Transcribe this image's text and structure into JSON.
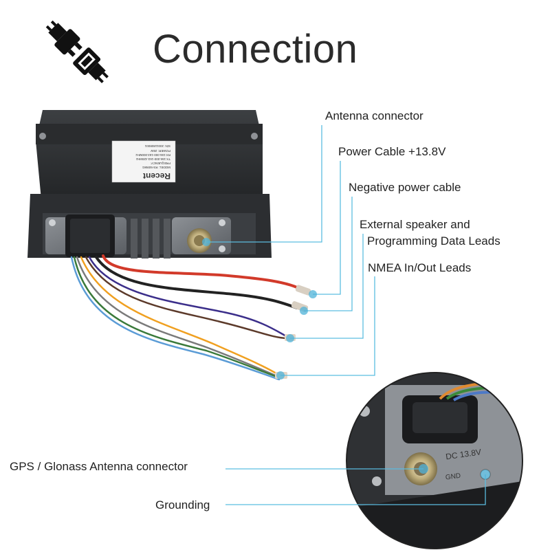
{
  "title": "Connection",
  "icons": {
    "header": "plug-connection-icon"
  },
  "colors": {
    "leader_line": "#5bbde0",
    "endpoint_dot": "#4fb3d9",
    "device_body": "#2e3033"
  },
  "device_label": {
    "brand": "Recent",
    "model_line": "MODEL: RS-509MG",
    "freq_line": "FREQUENCY:",
    "tx_line": "TX:156.000-163.425MHz",
    "rx_line": "RX:156.000-163.000MHz",
    "power_line": "POWER: 25W",
    "serial_line": "S/N: 20011808001"
  },
  "callouts": [
    {
      "id": "antenna",
      "label": "Antenna connector"
    },
    {
      "id": "power",
      "label": "Power Cable +13.8V"
    },
    {
      "id": "negative",
      "label": "Negative power cable"
    },
    {
      "id": "speaker_1",
      "label": "External speaker and"
    },
    {
      "id": "speaker_2",
      "label": "Programming Data Leads"
    },
    {
      "id": "nmea",
      "label": "NMEA In/Out Leads"
    },
    {
      "id": "gps",
      "label": "GPS / Glonass Antenna connector"
    },
    {
      "id": "ground",
      "label": "Grounding"
    }
  ],
  "inset": {
    "dc_text": "DC 13.8V",
    "gnd_text": "GND"
  }
}
